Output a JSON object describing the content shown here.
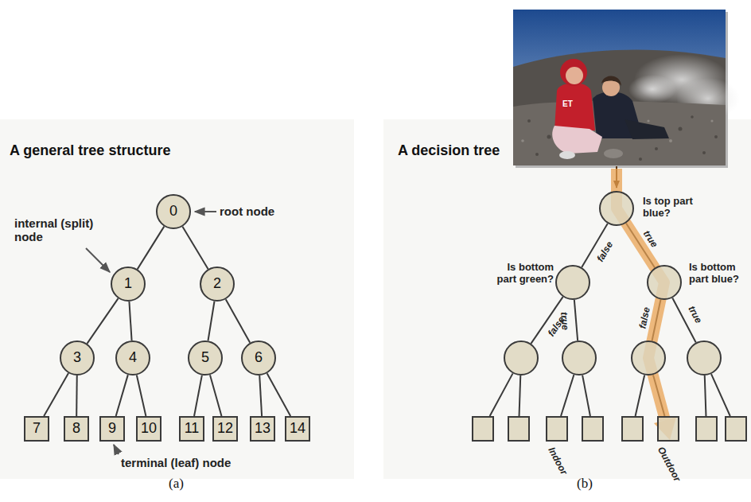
{
  "diagram": {
    "nodes": [
      {
        "text": [
          "0"
        ]
      },
      {
        "text": [
          "1"
        ]
      },
      {
        "text": [
          "2"
        ]
      },
      {
        "text": [
          "3"
        ]
      },
      {
        "text": [
          "4"
        ]
      },
      {
        "text": [
          "5"
        ]
      },
      {
        "text": [
          "6"
        ]
      },
      {
        "text": [
          "7"
        ]
      },
      {
        "text": [
          "8"
        ]
      },
      {
        "text": [
          "9"
        ]
      },
      {
        "text": [
          "10"
        ]
      },
      {
        "text": [
          "11"
        ]
      },
      {
        "text": [
          "12"
        ]
      },
      {
        "text": [
          "13"
        ]
      },
      {
        "text": [
          "14"
        ]
      },
      {
        "text": [
          "Is top part blue?"
        ]
      },
      {
        "text": [
          "Is bottom part green?"
        ]
      },
      {
        "text": [
          "Is bottom part blue?"
        ]
      },
      {
        "text": []
      },
      {
        "text": []
      },
      {
        "text": []
      },
      {
        "text": []
      },
      {
        "text": []
      },
      {
        "text": []
      },
      {
        "text": [
          "Indoor"
        ]
      },
      {
        "text": []
      },
      {
        "text": []
      },
      {
        "text": [
          "Outdoor"
        ]
      },
      {
        "text": []
      },
      {
        "text": []
      }
    ],
    "edges": [
      {
        "from": 0,
        "to": 1,
        "arrow": "none"
      },
      {
        "from": 0,
        "to": 2,
        "arrow": "none"
      },
      {
        "from": 1,
        "to": 3,
        "arrow": "none"
      },
      {
        "from": 1,
        "to": 4,
        "arrow": "none"
      },
      {
        "from": 2,
        "to": 5,
        "arrow": "none"
      },
      {
        "from": 2,
        "to": 6,
        "arrow": "none"
      },
      {
        "from": 3,
        "to": 7,
        "arrow": "none"
      },
      {
        "from": 3,
        "to": 8,
        "arrow": "none"
      },
      {
        "from": 4,
        "to": 9,
        "arrow": "none"
      },
      {
        "from": 4,
        "to": 10,
        "arrow": "none"
      },
      {
        "from": 5,
        "to": 11,
        "arrow": "none"
      },
      {
        "from": 5,
        "to": 12,
        "arrow": "none"
      },
      {
        "from": 6,
        "to": 13,
        "arrow": "none"
      },
      {
        "from": 6,
        "to": 14,
        "arrow": "none"
      },
      {
        "from": 15,
        "to": 16,
        "label": "false",
        "arrow": "none"
      },
      {
        "from": 15,
        "to": 17,
        "label": "true",
        "arrow": "none"
      },
      {
        "from": 16,
        "to": 18,
        "label": "false",
        "arrow": "none"
      },
      {
        "from": 16,
        "to": 19,
        "label": "true",
        "arrow": "none"
      },
      {
        "from": 17,
        "to": 20,
        "label": "false",
        "arrow": "none"
      },
      {
        "from": 17,
        "to": 21,
        "label": "true",
        "arrow": "none"
      },
      {
        "from": 18,
        "to": 22,
        "arrow": "none"
      },
      {
        "from": 18,
        "to": 23,
        "arrow": "none"
      },
      {
        "from": 19,
        "to": 24,
        "arrow": "none"
      },
      {
        "from": 19,
        "to": 25,
        "arrow": "none"
      },
      {
        "from": 20,
        "to": 26,
        "arrow": "none"
      },
      {
        "from": 20,
        "to": 27,
        "arrow": "none"
      },
      {
        "from": 21,
        "to": 28,
        "arrow": "none"
      },
      {
        "from": 21,
        "to": 29,
        "arrow": "none"
      }
    ],
    "labels": [
      "A general tree structure",
      "A decision tree",
      "root node",
      "internal (split) node",
      "terminal (leaf) node",
      "ET",
      "(a)",
      "(b)"
    ]
  }
}
